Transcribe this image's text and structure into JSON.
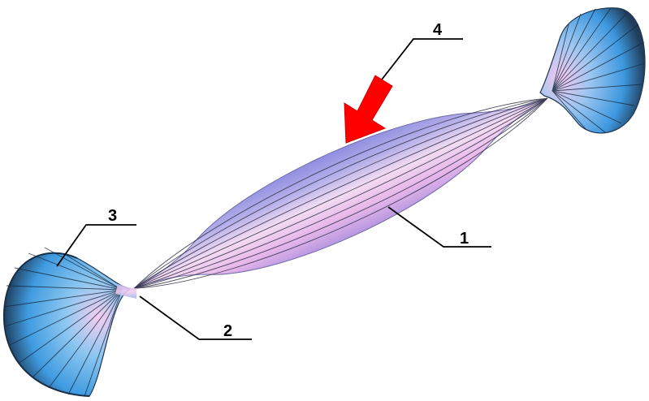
{
  "diagram": {
    "labels": {
      "l1": "1",
      "l2": "2",
      "l3": "3",
      "l4": "4"
    },
    "colors": {
      "body_pink": "#f0c6ee",
      "body_violet": "#a9a4e6",
      "funnel_blue": "#4aa8e6",
      "funnel_dark": "#274a66",
      "arrow_red": "#ff0000",
      "gore_line": "#3a3a55"
    },
    "parts": {
      "body": "ellipsoid-body",
      "left_funnel": "left-flared-end",
      "right_funnel": "right-flared-end",
      "arrow": "load-arrow"
    }
  }
}
